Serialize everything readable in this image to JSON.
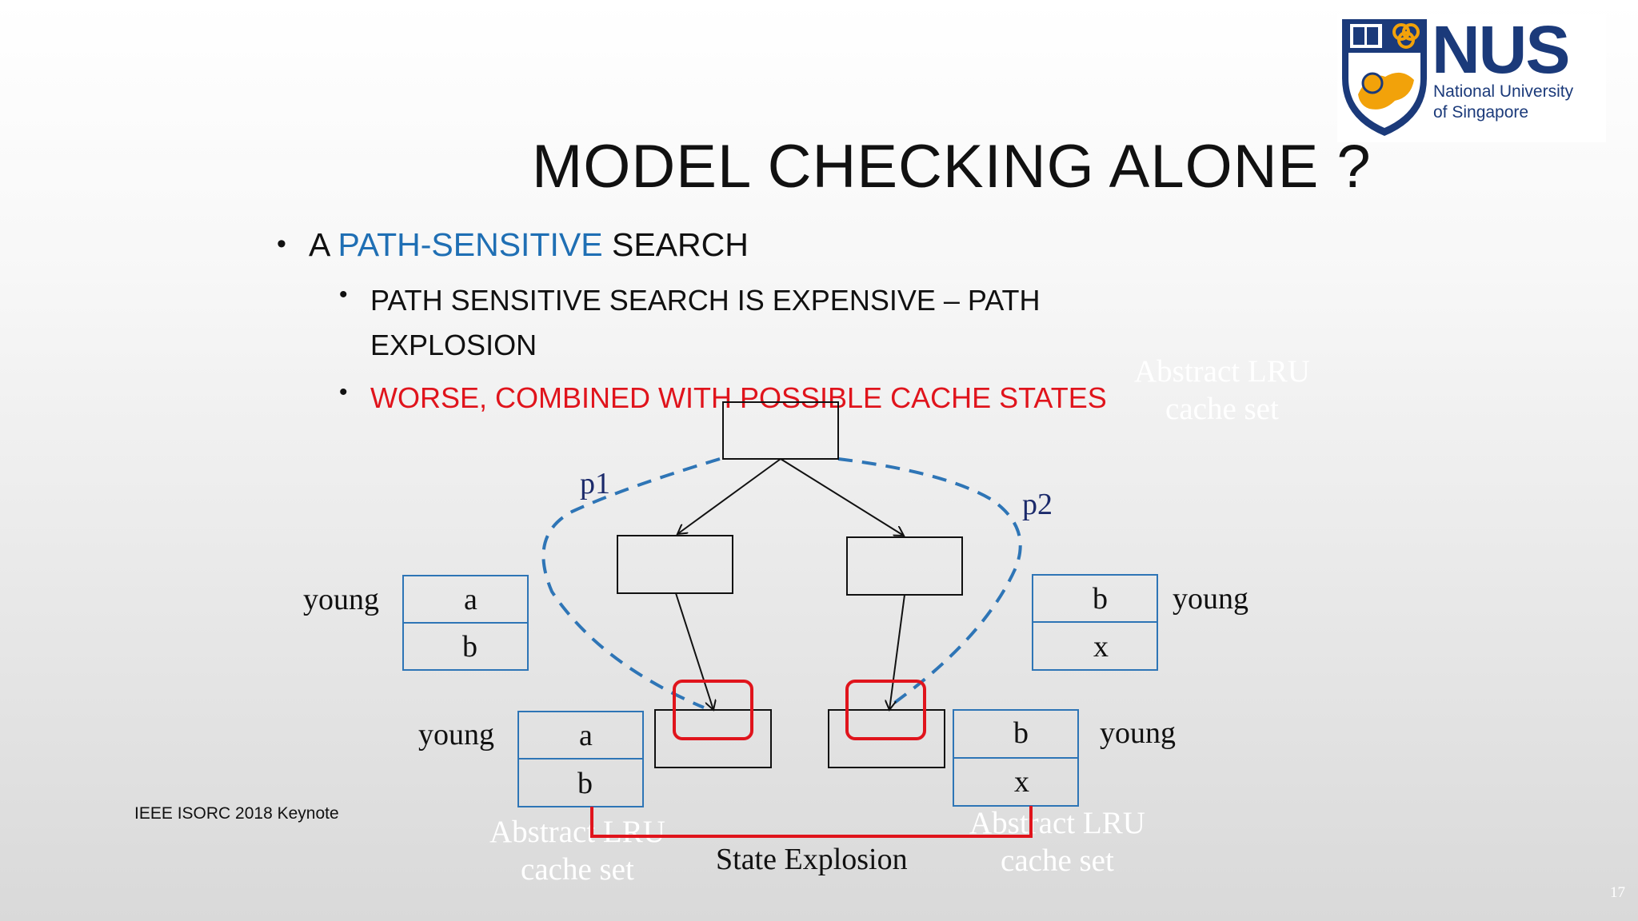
{
  "slide": {
    "title": "MODEL CHECKING ALONE ?",
    "bullet1": {
      "prefix": "A ",
      "highlight": "PATH-SENSITIVE",
      "suffix": " SEARCH"
    },
    "sub1_line1": "PATH SENSITIVE SEARCH IS EXPENSIVE – PATH",
    "sub1_line2": "EXPLOSION",
    "sub2": "WORSE, COMBINED WITH POSSIBLE CACHE STATES",
    "footer": "IEEE ISORC 2018 Keynote",
    "page_number": "17"
  },
  "logo": {
    "name": "NUS",
    "line1": "National University",
    "line2": "of Singapore"
  },
  "diagram": {
    "path_labels": [
      "p1",
      "p2"
    ],
    "cache_sets": [
      {
        "label": "young",
        "lines": [
          "a",
          "b"
        ]
      },
      {
        "label": "young",
        "lines": [
          "b",
          "x"
        ]
      },
      {
        "label": "young",
        "lines": [
          "a",
          "b"
        ]
      },
      {
        "label": "young",
        "lines": [
          "b",
          "x"
        ]
      }
    ],
    "ghost_labels": [
      {
        "line1": "Abstract LRU",
        "line2": "cache set"
      },
      {
        "line1": "Abstract LRU",
        "line2": "cache set"
      },
      {
        "line1": "Abstract LRU",
        "line2": "cache set"
      }
    ],
    "explosion_label": "State Explosion"
  },
  "colors": {
    "accent_blue": "#1f6fb4",
    "accent_red": "#e0141c",
    "cache_border": "#2e75b6"
  }
}
